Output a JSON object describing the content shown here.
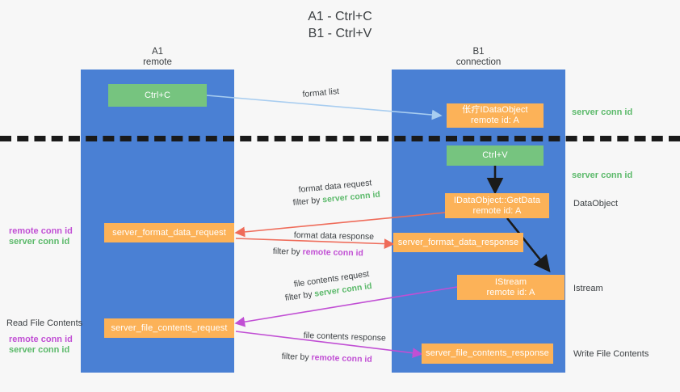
{
  "title": "A1 - Ctrl+C\nB1 - Ctrl+V",
  "lanes": [
    {
      "name": "a1-remote",
      "header": "A1\nremote"
    },
    {
      "name": "b1-connection",
      "header": "B1\nconnection"
    }
  ],
  "nodes": {
    "ctrl_c": "Ctrl+C",
    "ctrl_v": "Ctrl+V",
    "idataobject": "伥疔IDataObject\nremote id: A",
    "getdata": "IDataObject::GetData\nremote id: A",
    "istream": "IStream\nremote id: A",
    "server_format_data_request": "server_format_data_request",
    "server_format_data_response": "server_format_data_response",
    "server_file_contents_request": "server_file_contents_request",
    "server_file_contents_response": "server_file_contents_response"
  },
  "edges": {
    "format_list": "format list",
    "format_data_request": "format data request",
    "format_data_request_filter_prefix": "filter by ",
    "format_data_request_filter_key": "server conn id",
    "format_data_response": "format data response",
    "format_data_response_filter_prefix": "filter by ",
    "format_data_response_filter_key": "remote conn id",
    "file_contents_request": "file contents request",
    "file_contents_request_filter_prefix": "filter by ",
    "file_contents_request_filter_key": "server conn id",
    "file_contents_response": "file contents response",
    "file_contents_response_filter_prefix": "filter by ",
    "file_contents_response_filter_key": "remote conn id"
  },
  "right_labels": {
    "server_conn_id_top": "server conn id",
    "server_conn_id_mid": "server conn id",
    "dataobject": "DataObject",
    "istream": "Istream",
    "write_file_contents": "Write File Contents"
  },
  "left_labels": {
    "remote_conn_id_upper": "remote conn id",
    "server_conn_id_upper": "server conn id",
    "read_file_contents": "Read File Contents",
    "remote_conn_id_lower": "remote conn id",
    "server_conn_id_lower": "server conn id"
  },
  "colors": {
    "lane": "#4a80d4",
    "green_node": "#76c47f",
    "orange_node": "#fcb258",
    "green_text": "#5bb96a",
    "purple_text": "#c14fd4",
    "arrow_blue": "#a8cdf0",
    "arrow_red": "#ef6c5a",
    "arrow_magenta": "#c14fd4",
    "arrow_black": "#1a1a1a",
    "background": "#f7f7f7"
  }
}
